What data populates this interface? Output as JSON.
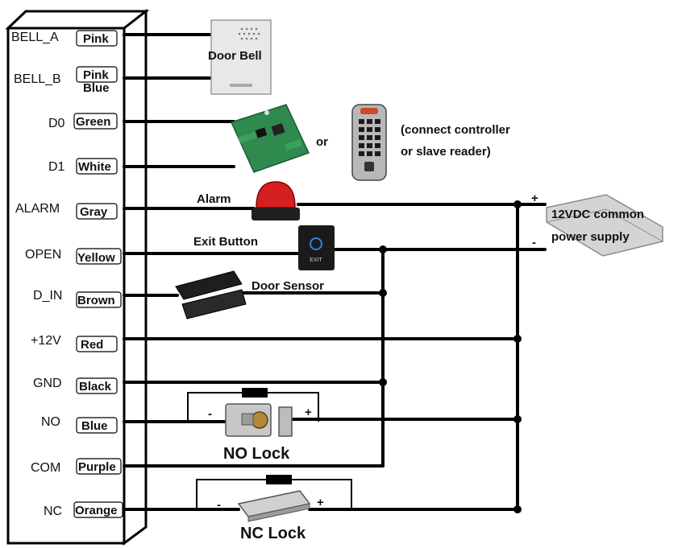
{
  "terminals": [
    {
      "name": "BELL_A",
      "wire": "Pink"
    },
    {
      "name": "BELL_B",
      "wire": "Pink",
      "wire2": "Blue"
    },
    {
      "name": "D0",
      "wire": "Green"
    },
    {
      "name": "D1",
      "wire": "White"
    },
    {
      "name": "ALARM",
      "wire": "Gray"
    },
    {
      "name": "OPEN",
      "wire": "Yellow"
    },
    {
      "name": "D_IN",
      "wire": "Brown"
    },
    {
      "name": "+12V",
      "wire": "Red"
    },
    {
      "name": "GND",
      "wire": "Black"
    },
    {
      "name": "NO",
      "wire": "Blue"
    },
    {
      "name": "COM",
      "wire": "Purple"
    },
    {
      "name": "NC",
      "wire": "Orange"
    }
  ],
  "devices": {
    "door_bell": "Door Bell",
    "or": "or",
    "reader_line1": "(connect controller",
    "reader_line2": "or slave reader)",
    "alarm": "Alarm",
    "exit_button": "Exit Button",
    "exit_text": "EXIT",
    "door_sensor": "Door Sensor",
    "psu_line1": "12VDC common",
    "psu_line2": "power supply",
    "psu_plus": "+",
    "psu_minus": "-",
    "no_lock": "NO Lock",
    "nc_lock": "NC Lock",
    "no_minus": "-",
    "no_plus": "+",
    "nc_minus": "-",
    "nc_plus": "+"
  }
}
